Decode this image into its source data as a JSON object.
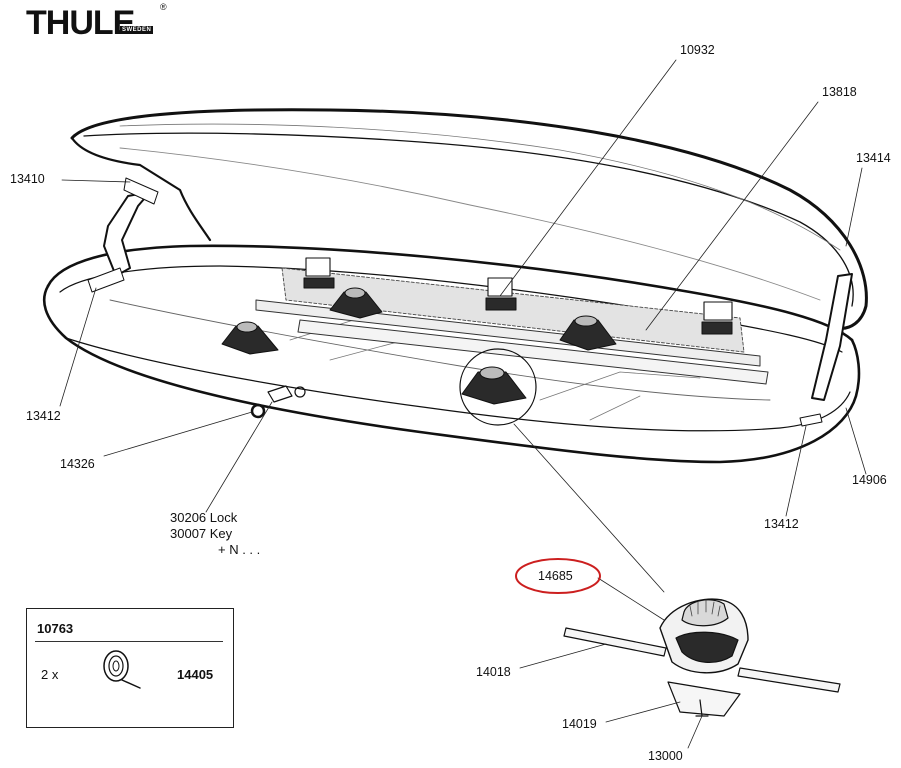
{
  "brand": {
    "name": "THULE",
    "sub": "SWEDEN",
    "reg": "®"
  },
  "callouts": {
    "c10932": "10932",
    "c13818": "13818",
    "c13414": "13414",
    "c13410": "13410",
    "c13412_left": "13412",
    "c14326": "14326",
    "c14906": "14906",
    "c13412_right": "13412",
    "c14685": "14685",
    "c14018": "14018",
    "c14019": "14019",
    "c13000": "13000"
  },
  "lock": {
    "line1": "30206 Lock",
    "line2": "30007 Key",
    "line3": "+ N . . ."
  },
  "kit": {
    "title": "10763",
    "qty": "2 x",
    "part": "14405"
  },
  "colors": {
    "ink": "#111111",
    "highlight_ring": "#cc1f1f",
    "mount_dark": "#2a2a2a"
  }
}
